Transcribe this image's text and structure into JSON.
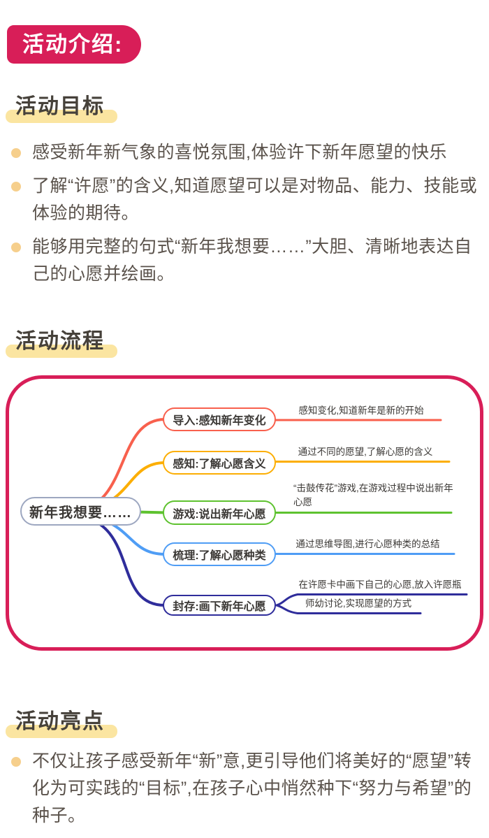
{
  "header": {
    "badge": "活动介绍:",
    "badge_color": "#d81e58"
  },
  "sections": {
    "goals": {
      "heading": "活动目标",
      "items": [
        "感受新年新气象的喜悦氛围,体验许下新年愿望的快乐",
        "了解“许愿”的含义,知道愿望可以是对物品、能力、技能或体验的期待。",
        "能够用完整的句式“新年我想要……”大胆、清晰地表达自己的心愿并绘画。"
      ]
    },
    "process": {
      "heading": "活动流程"
    },
    "highlights": {
      "heading": "活动亮点",
      "items": [
        "不仅让孩子感受新年“新”意,更引导他们将美好的“愿望”转化为可实践的“目标”,在孩子心中悄然种下“努力与希望”的种子。"
      ]
    }
  },
  "mindmap": {
    "root": "新年我想要……",
    "root_border_color": "#9da7c0",
    "frame_color": "#d81e58",
    "branches": [
      {
        "label": "导入:感知新年变化",
        "note": "感知变化,知道新年是新的开始",
        "color": "#f8604d"
      },
      {
        "label": "感知:了解心愿含义",
        "note": "通过不同的愿望,了解心愿的含义",
        "color": "#fcae03"
      },
      {
        "label": "游戏:说出新年心愿",
        "note": "“击鼓传花”游戏,在游戏过程中说出新年心愿",
        "color": "#5ec22f"
      },
      {
        "label": "梳理:了解心愿种类",
        "note": "通过思维导图,进行心愿种类的总结",
        "color": "#4f9df5"
      },
      {
        "label": "封存:画下新年心愿",
        "notes": [
          "在许愿卡中画下自己的心愿,放入许愿瓶",
          "师幼讨论,实现愿望的方式"
        ],
        "color": "#2f2d9b"
      }
    ],
    "accent_colors": {
      "highlight_bar": "#fbe5a1",
      "bullet_dot": "#f6cf8c"
    }
  }
}
